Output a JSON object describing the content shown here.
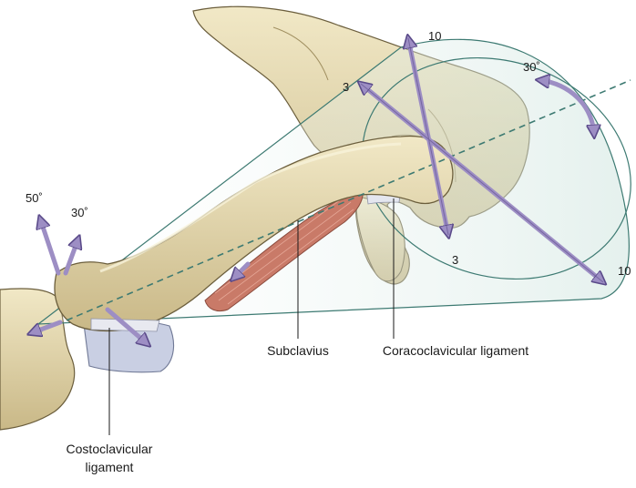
{
  "labels": {
    "subclavius": "Subclavius",
    "coracoclavicular_ligament": "Coracoclavicular ligament",
    "costoclavicular_ligament_line1": "Costoclavicular",
    "costoclavicular_ligament_line2": "ligament"
  },
  "measurements": {
    "sternal_elevation": "50˚",
    "sternal_rotation": "30˚",
    "axial_rotation": "30˚",
    "vertical_top": "10",
    "vertical_bottom": "3",
    "horizontal_back": "3",
    "horizontal_front": "10"
  },
  "colors": {
    "bone": "#e6dcb4",
    "bone_shadow": "#b8a676",
    "bone_outline": "#6b5e3c",
    "cartilage": "#c9cfe3",
    "muscle": "#c97a68",
    "arrow": "#9d8ec4",
    "arrow_outline": "#5b4b8a",
    "cone_fill": "#d9ebe6",
    "cone_stroke": "#3d7a72"
  }
}
